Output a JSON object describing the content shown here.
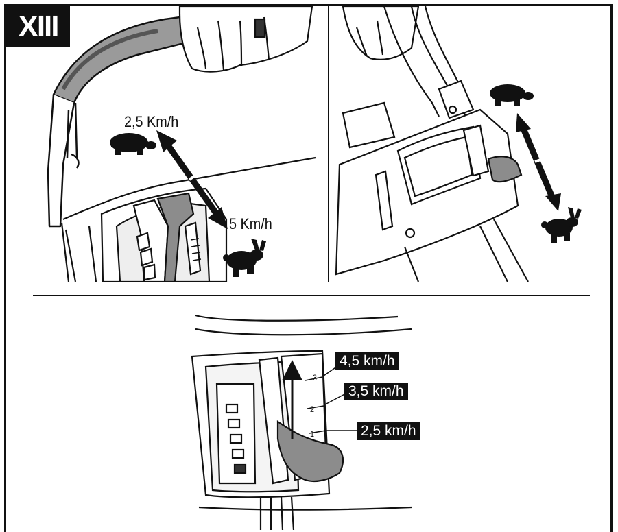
{
  "figure_number": "XIII",
  "panel_left": {
    "slow_speed_label": "2,5 Km/h",
    "fast_speed_label": "5 Km/h",
    "slow_icon": "turtle-icon",
    "fast_icon": "rabbit-icon"
  },
  "panel_right": {
    "slow_icon": "turtle-icon",
    "fast_icon": "rabbit-icon"
  },
  "panel_bottom": {
    "scale_marks": [
      "3",
      "2",
      "1"
    ],
    "speed_labels": [
      "4,5 km/h",
      "3,5 km/h",
      "2,5 km/h"
    ]
  }
}
